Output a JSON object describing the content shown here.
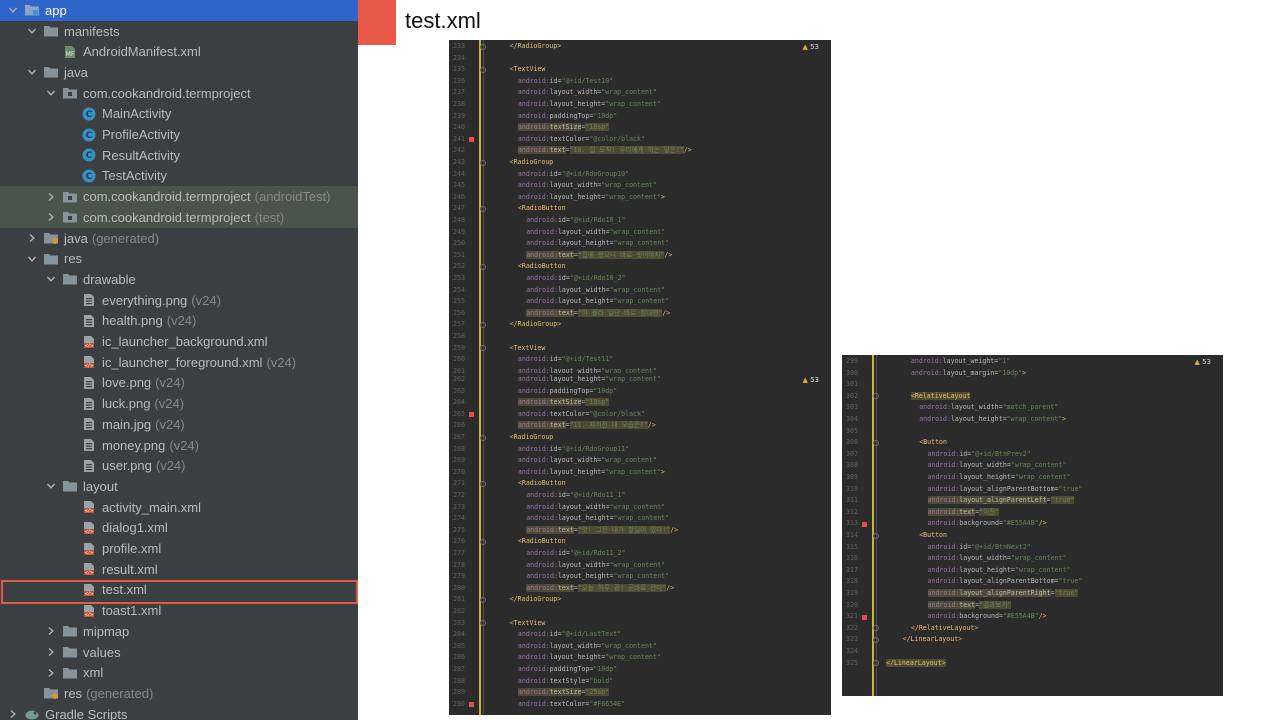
{
  "title": "test.xml",
  "tree": [
    {
      "label": "app",
      "depth": 0,
      "expanded": true,
      "icon": "module-folder-icon",
      "selected": true
    },
    {
      "label": "manifests",
      "depth": 1,
      "expanded": true,
      "icon": "folder-icon"
    },
    {
      "label": "AndroidManifest.xml",
      "depth": 2,
      "icon": "manifest-file-icon"
    },
    {
      "label": "java",
      "depth": 1,
      "expanded": true,
      "icon": "folder-icon"
    },
    {
      "label": "com.cookandroid.termproject",
      "depth": 2,
      "expanded": true,
      "icon": "package-icon"
    },
    {
      "label": "MainActivity",
      "depth": 3,
      "icon": "class-icon"
    },
    {
      "label": "ProfileActivity",
      "depth": 3,
      "icon": "class-icon"
    },
    {
      "label": "ResultActivity",
      "depth": 3,
      "icon": "class-icon"
    },
    {
      "label": "TestActivity",
      "depth": 3,
      "icon": "class-icon"
    },
    {
      "label": "com.cookandroid.termproject",
      "suffix": "(androidTest)",
      "depth": 2,
      "expanded": false,
      "icon": "package-icon",
      "test": true
    },
    {
      "label": "com.cookandroid.termproject",
      "suffix": "(test)",
      "depth": 2,
      "expanded": false,
      "icon": "package-icon",
      "test": true
    },
    {
      "label": "java",
      "suffix": "(generated)",
      "depth": 1,
      "expanded": false,
      "icon": "generated-folder-icon"
    },
    {
      "label": "res",
      "depth": 1,
      "expanded": true,
      "icon": "folder-icon"
    },
    {
      "label": "drawable",
      "depth": 2,
      "expanded": true,
      "icon": "folder-icon"
    },
    {
      "label": "everything.png",
      "suffix": "(v24)",
      "depth": 3,
      "icon": "image-file-icon"
    },
    {
      "label": "health.png",
      "suffix": "(v24)",
      "depth": 3,
      "icon": "image-file-icon"
    },
    {
      "label": "ic_launcher_background.xml",
      "depth": 3,
      "icon": "xml-file-icon"
    },
    {
      "label": "ic_launcher_foreground.xml",
      "suffix": "(v24)",
      "depth": 3,
      "icon": "xml-file-icon"
    },
    {
      "label": "love.png",
      "suffix": "(v24)",
      "depth": 3,
      "icon": "image-file-icon"
    },
    {
      "label": "luck.png",
      "suffix": "(v24)",
      "depth": 3,
      "icon": "image-file-icon"
    },
    {
      "label": "main.jpg",
      "suffix": "(v24)",
      "depth": 3,
      "icon": "image-file-icon"
    },
    {
      "label": "money.png",
      "suffix": "(v24)",
      "depth": 3,
      "icon": "image-file-icon"
    },
    {
      "label": "user.png",
      "suffix": "(v24)",
      "depth": 3,
      "icon": "image-file-icon"
    },
    {
      "label": "layout",
      "depth": 2,
      "expanded": true,
      "icon": "folder-icon"
    },
    {
      "label": "activity_main.xml",
      "depth": 3,
      "icon": "xml-file-icon"
    },
    {
      "label": "dialog1.xml",
      "depth": 3,
      "icon": "xml-file-icon"
    },
    {
      "label": "profile.xml",
      "depth": 3,
      "icon": "xml-file-icon"
    },
    {
      "label": "result.xml",
      "depth": 3,
      "icon": "xml-file-icon"
    },
    {
      "label": "test.xml",
      "depth": 3,
      "icon": "xml-file-icon",
      "boxed": true
    },
    {
      "label": "toast1.xml",
      "depth": 3,
      "icon": "xml-file-icon"
    },
    {
      "label": "mipmap",
      "depth": 2,
      "expanded": false,
      "icon": "folder-icon"
    },
    {
      "label": "values",
      "depth": 2,
      "expanded": false,
      "icon": "folder-icon"
    },
    {
      "label": "xml",
      "depth": 2,
      "expanded": false,
      "icon": "folder-icon"
    },
    {
      "label": "res",
      "suffix": "(generated)",
      "depth": 1,
      "icon": "generated-folder-icon"
    },
    {
      "label": "Gradle Scripts",
      "depth": 0,
      "expanded": false,
      "icon": "gradle-icon"
    }
  ],
  "code_blocks": [
    {
      "warning": "53",
      "lines": [
        {
          "n": "233",
          "indent": 2,
          "text": "</RadioGroup>",
          "kind": "tag"
        },
        {
          "n": "234",
          "indent": 0,
          "text": ""
        },
        {
          "n": "235",
          "indent": 2,
          "text": "<TextView",
          "kind": "tag"
        },
        {
          "n": "236",
          "indent": 3,
          "attr": "android:id",
          "val": "\"@+id/Test10\""
        },
        {
          "n": "237",
          "indent": 3,
          "attr": "android:layout_width",
          "val": "\"wrap_content\""
        },
        {
          "n": "238",
          "indent": 3,
          "attr": "android:layout_height",
          "val": "\"wrap_content\""
        },
        {
          "n": "239",
          "indent": 3,
          "attr": "android:paddingTop",
          "val": "\"10dp\""
        },
        {
          "n": "240",
          "indent": 3,
          "attr": "android:textSize",
          "val": "\"18sp\"",
          "hl": true
        },
        {
          "n": "241",
          "indent": 3,
          "attr": "android:textColor",
          "val": "\"@color/black\"",
          "mark": true
        },
        {
          "n": "242",
          "indent": 3,
          "attr": "android:text",
          "val": "\"10. 집 도착! 우리에게 하는 말은?\"",
          "end": "/>",
          "hl": true
        },
        {
          "n": "243",
          "indent": 2,
          "text": "<RadioGroup",
          "kind": "tag"
        },
        {
          "n": "244",
          "indent": 3,
          "attr": "android:id",
          "val": "\"@+id/RdoGroup10\""
        },
        {
          "n": "245",
          "indent": 3,
          "attr": "android:layout_width",
          "val": "\"wrap_content\""
        },
        {
          "n": "246",
          "indent": 3,
          "attr": "android:layout_height",
          "val": "\"wrap_content\"",
          "end": ">"
        },
        {
          "n": "247",
          "indent": 3,
          "text": "<RadioButton",
          "kind": "tag"
        },
        {
          "n": "248",
          "indent": 4,
          "attr": "android:id",
          "val": "\"@+id/Rdo10_1\""
        },
        {
          "n": "249",
          "indent": 4,
          "attr": "android:layout_width",
          "val": "\"wrap_content\""
        },
        {
          "n": "250",
          "indent": 4,
          "attr": "android:layout_height",
          "val": "\"wrap_content\""
        },
        {
          "n": "251",
          "indent": 4,
          "attr": "android:text",
          "val": "\"집에 왔으니 바로 씻어야지\"",
          "end": "/>",
          "hl": true
        },
        {
          "n": "252",
          "indent": 3,
          "text": "<RadioButton",
          "kind": "tag"
        },
        {
          "n": "253",
          "indent": 4,
          "attr": "android:id",
          "val": "\"@+id/Rdo10_2\""
        },
        {
          "n": "254",
          "indent": 4,
          "attr": "android:layout_width",
          "val": "\"wrap_content\""
        },
        {
          "n": "255",
          "indent": 4,
          "attr": "android:layout_height",
          "val": "\"wrap_content\""
        },
        {
          "n": "256",
          "indent": 4,
          "attr": "android:text",
          "val": "\"아 몰라 일단 바로 침대행\"",
          "end": "/>",
          "hl": true
        },
        {
          "n": "257",
          "indent": 2,
          "text": "</RadioGroup>",
          "kind": "tag"
        },
        {
          "n": "258",
          "indent": 0,
          "text": ""
        },
        {
          "n": "259",
          "indent": 2,
          "text": "<TextView",
          "kind": "tag"
        },
        {
          "n": "260",
          "indent": 3,
          "attr": "android:id",
          "val": "\"@+id/Test11\""
        },
        {
          "n": "261",
          "indent": 3,
          "attr": "android:layout_width",
          "val": "\"wrap_content\""
        }
      ]
    },
    {
      "warning": "53",
      "lines": [
        {
          "n": "262",
          "indent": 3,
          "attr": "android:layout_height",
          "val": "\"wrap_content\""
        },
        {
          "n": "263",
          "indent": 3,
          "attr": "android:paddingTop",
          "val": "\"10dp\""
        },
        {
          "n": "264",
          "indent": 3,
          "attr": "android:textSize",
          "val": "\"18sp\"",
          "hl": true
        },
        {
          "n": "265",
          "indent": 3,
          "attr": "android:textColor",
          "val": "\"@color/black\"",
          "mark": true
        },
        {
          "n": "266",
          "indent": 3,
          "attr": "android:text",
          "val": "\"11. 자기전 내 모습은?\"",
          "end": "/>",
          "hl": true
        },
        {
          "n": "267",
          "indent": 2,
          "text": "<RadioGroup",
          "kind": "tag"
        },
        {
          "n": "268",
          "indent": 3,
          "attr": "android:id",
          "val": "\"@+id/RdoGroup11\""
        },
        {
          "n": "269",
          "indent": 3,
          "attr": "android:layout_width",
          "val": "\"wrap_content\""
        },
        {
          "n": "270",
          "indent": 3,
          "attr": "android:layout_height",
          "val": "\"wrap_content\"",
          "end": ">"
        },
        {
          "n": "271",
          "indent": 3,
          "text": "<RadioButton",
          "kind": "tag"
        },
        {
          "n": "272",
          "indent": 4,
          "attr": "android:id",
          "val": "\"@+id/Rdo11_1\""
        },
        {
          "n": "273",
          "indent": 4,
          "attr": "android:layout_width",
          "val": "\"wrap_content\""
        },
        {
          "n": "274",
          "indent": 4,
          "attr": "android:layout_height",
          "val": "\"wrap_content\""
        },
        {
          "n": "275",
          "indent": 4,
          "attr": "android:text",
          "val": "\"앗! 그전 내가 할일이 있다!\"",
          "end": "/>",
          "hl": true
        },
        {
          "n": "276",
          "indent": 3,
          "text": "<RadioButton",
          "kind": "tag"
        },
        {
          "n": "277",
          "indent": 4,
          "attr": "android:id",
          "val": "\"@+id/Rdo11_2\""
        },
        {
          "n": "278",
          "indent": 4,
          "attr": "android:layout_width",
          "val": "\"wrap_content\""
        },
        {
          "n": "279",
          "indent": 4,
          "attr": "android:layout_height",
          "val": "\"wrap_content\""
        },
        {
          "n": "280",
          "indent": 4,
          "attr": "android:text",
          "val": "\"오늘 하루 끝! 곧바로 잔다\"",
          "end": "/>",
          "hl": true
        },
        {
          "n": "281",
          "indent": 2,
          "text": "</RadioGroup>",
          "kind": "tag"
        },
        {
          "n": "282",
          "indent": 0,
          "text": ""
        },
        {
          "n": "283",
          "indent": 2,
          "text": "<TextView",
          "kind": "tag"
        },
        {
          "n": "284",
          "indent": 3,
          "attr": "android:id",
          "val": "\"@+id/LastText\""
        },
        {
          "n": "285",
          "indent": 3,
          "attr": "android:layout_width",
          "val": "\"wrap_content\""
        },
        {
          "n": "286",
          "indent": 3,
          "attr": "android:layout_height",
          "val": "\"wrap_content\""
        },
        {
          "n": "287",
          "indent": 3,
          "attr": "android:paddingTop",
          "val": "\"10dp\""
        },
        {
          "n": "288",
          "indent": 3,
          "attr": "android:textStyle",
          "val": "\"bold\""
        },
        {
          "n": "289",
          "indent": 3,
          "attr": "android:textSize",
          "val": "\"25sp\"",
          "hl": true
        },
        {
          "n": "290",
          "indent": 3,
          "attr": "android:textColor",
          "val": "\"#F6654E\"",
          "mark": true
        }
      ]
    },
    {
      "warning": "53",
      "lines": [
        {
          "n": "299",
          "indent": 3,
          "attr": "android:layout_weight",
          "val": "\"1\""
        },
        {
          "n": "300",
          "indent": 3,
          "attr": "android:layout_margin",
          "val": "\"10dp\"",
          "end": ">"
        },
        {
          "n": "301",
          "indent": 0,
          "text": ""
        },
        {
          "n": "302",
          "indent": 3,
          "text": "<RelativeLayout",
          "kind": "tag",
          "hl": true
        },
        {
          "n": "303",
          "indent": 4,
          "attr": "android:layout_width",
          "val": "\"match_parent\""
        },
        {
          "n": "304",
          "indent": 4,
          "attr": "android:layout_height",
          "val": "\"wrap_content\"",
          "end": ">"
        },
        {
          "n": "305",
          "indent": 0,
          "text": ""
        },
        {
          "n": "306",
          "indent": 4,
          "text": "<Button",
          "kind": "tag"
        },
        {
          "n": "307",
          "indent": 5,
          "attr": "android:id",
          "val": "\"@+id/BtnPrev2\""
        },
        {
          "n": "308",
          "indent": 5,
          "attr": "android:layout_width",
          "val": "\"wrap_content\""
        },
        {
          "n": "309",
          "indent": 5,
          "attr": "android:layout_height",
          "val": "\"wrap_content\""
        },
        {
          "n": "310",
          "indent": 5,
          "attr": "android:layout_alignParentBottom",
          "val": "\"true\""
        },
        {
          "n": "311",
          "indent": 5,
          "attr": "android:layout_alignParentLeft",
          "val": "\"true\"",
          "hl": true
        },
        {
          "n": "312",
          "indent": 5,
          "attr": "android:text",
          "val": "\"이전\"",
          "hl": true
        },
        {
          "n": "313",
          "indent": 5,
          "attr": "android:background",
          "val": "\"#E55A4B\"",
          "end": "/>",
          "mark": true
        },
        {
          "n": "314",
          "indent": 4,
          "text": "<Button",
          "kind": "tag"
        },
        {
          "n": "315",
          "indent": 5,
          "attr": "android:id",
          "val": "\"@+id/BtnNext2\""
        },
        {
          "n": "316",
          "indent": 5,
          "attr": "android:layout_width",
          "val": "\"wrap_content\""
        },
        {
          "n": "317",
          "indent": 5,
          "attr": "android:layout_height",
          "val": "\"wrap_content\""
        },
        {
          "n": "318",
          "indent": 5,
          "attr": "android:layout_alignParentBottom",
          "val": "\"true\""
        },
        {
          "n": "319",
          "indent": 5,
          "attr": "android:layout_alignParentRight",
          "val": "\"true\"",
          "hl": true
        },
        {
          "n": "320",
          "indent": 5,
          "attr": "android:text",
          "val": "\"결과보기\"",
          "hl": true
        },
        {
          "n": "321",
          "indent": 5,
          "attr": "android:background",
          "val": "\"#E55A4B\"",
          "end": "/>",
          "mark": true
        },
        {
          "n": "322",
          "indent": 3,
          "text": "</RelativeLayout>",
          "kind": "tag"
        },
        {
          "n": "323",
          "indent": 2,
          "text": "</LinearLayout>",
          "kind": "tag"
        },
        {
          "n": "324",
          "indent": 0,
          "text": ""
        },
        {
          "n": "325",
          "indent": 0,
          "text": "</LinearLayout>",
          "kind": "tag",
          "hl": true
        }
      ]
    }
  ],
  "colors": {
    "accent": "#E8594A",
    "tree_bg": "#3C3F41",
    "selection": "#2F65CA",
    "editor_bg": "#2B2B2B",
    "outline": "#E05A4C"
  }
}
